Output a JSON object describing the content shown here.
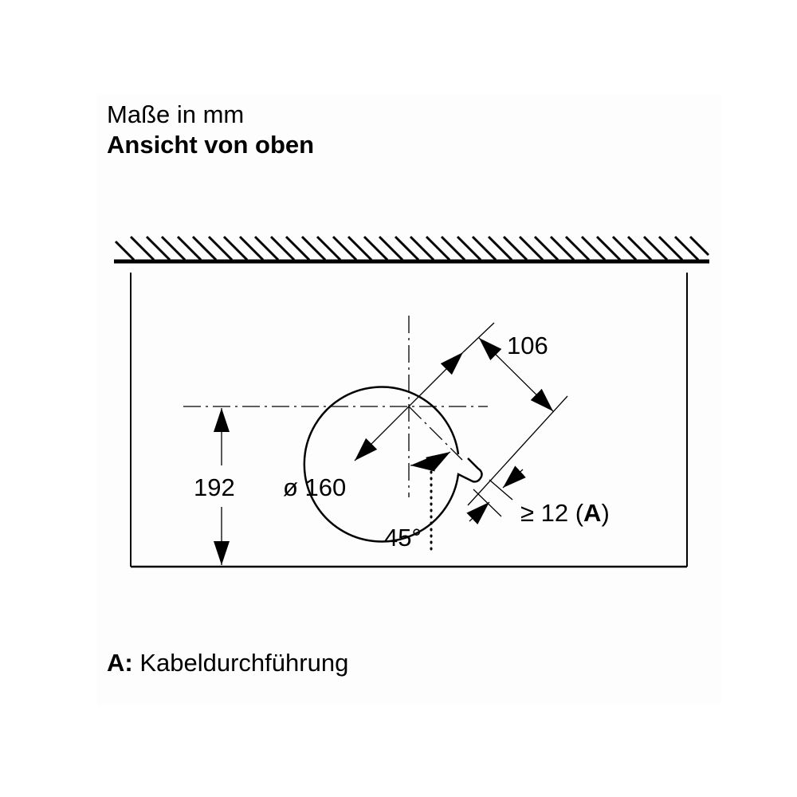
{
  "header": {
    "units_label": "Maße in mm",
    "view_label": "Ansicht von oben"
  },
  "diagram": {
    "wall": {
      "label": "wall-hatching"
    },
    "dimensions": {
      "distance_from_front": "192",
      "diameter": "ø 160",
      "offset_to_edge": "106",
      "angle": "45°",
      "clearance_prefix": "≥ 12 (",
      "clearance_ref": "A",
      "clearance_suffix": ")"
    }
  },
  "legend": {
    "key": "A:",
    "description": "Kabeldurchführung"
  },
  "colors": {
    "line": "#000000",
    "background": "#ffffff",
    "panel": "#fdfdfd"
  }
}
